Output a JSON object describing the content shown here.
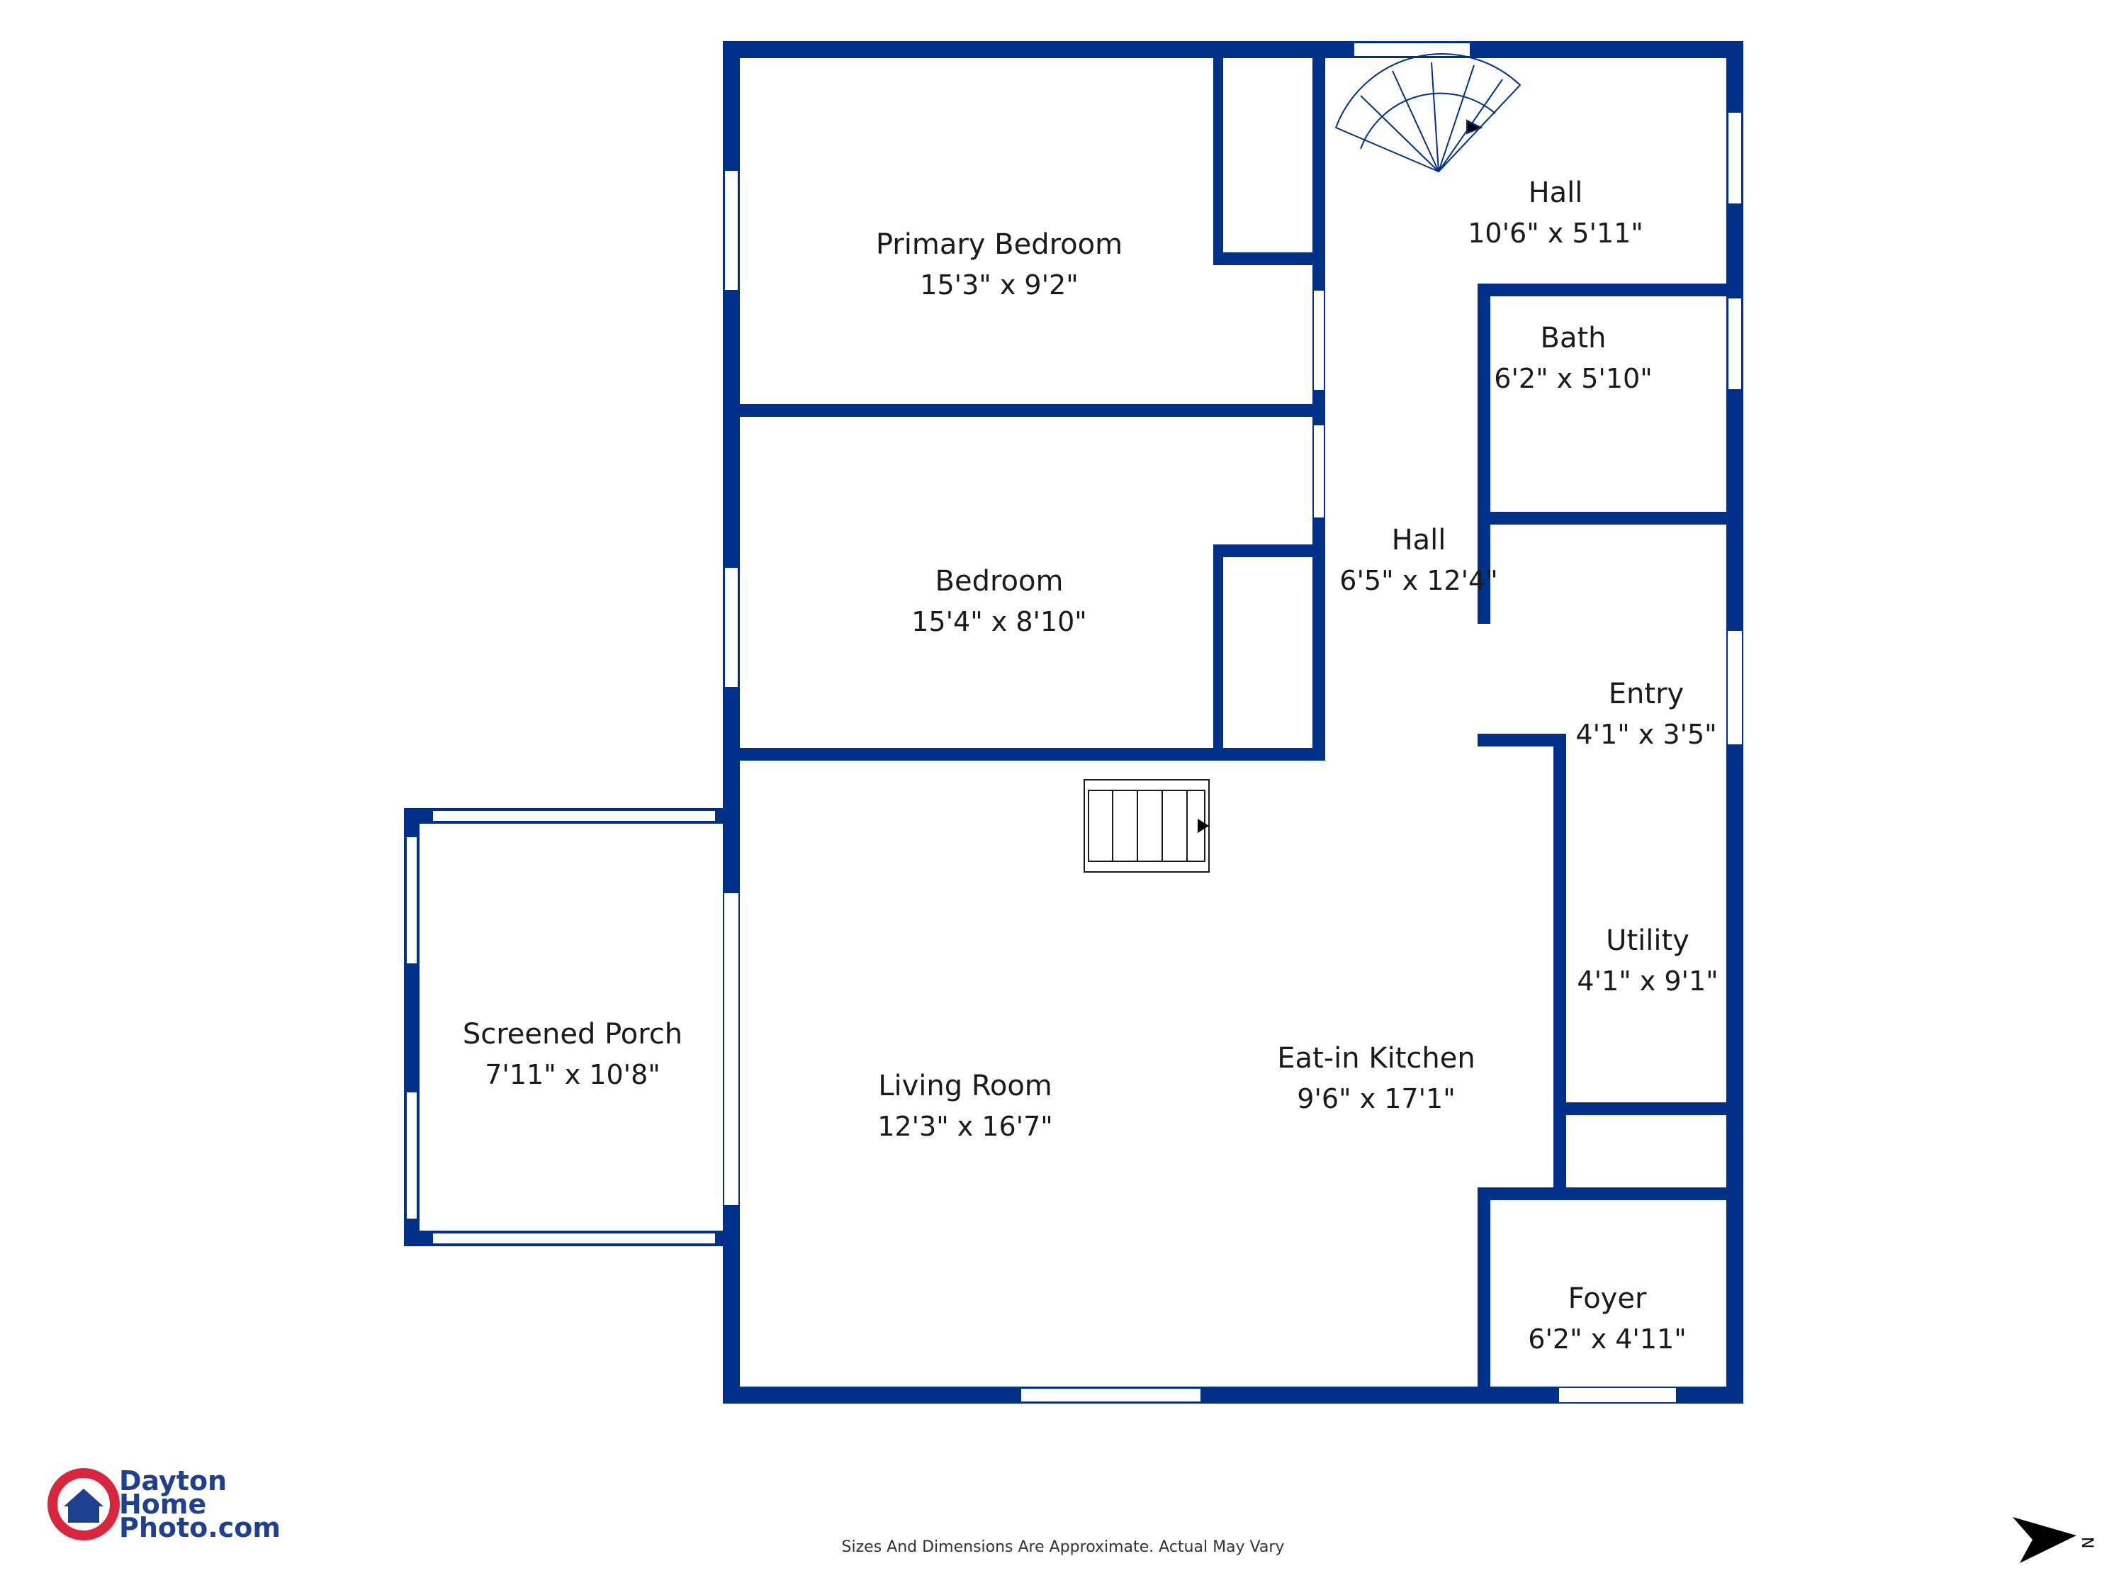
{
  "colors": {
    "wall": "#003087",
    "brand_red": "#d7263d",
    "brand_blue": "#1f3f8f",
    "text": "#1a1a1a"
  },
  "rooms": [
    {
      "name": "Primary Bedroom",
      "dims": "15'3\" x 9'2\""
    },
    {
      "name": "Bedroom",
      "dims": "15'4\" x 8'10\""
    },
    {
      "name": "Hall",
      "dims": "10'6\" x 5'11\""
    },
    {
      "name": "Bath",
      "dims": "6'2\" x 5'10\""
    },
    {
      "name": "Hall",
      "dims": "6'5\" x 12'4\""
    },
    {
      "name": "Entry",
      "dims": "4'1\" x 3'5\""
    },
    {
      "name": "Utility",
      "dims": "4'1\" x 9'1\""
    },
    {
      "name": "Eat-in Kitchen",
      "dims": "9'6\" x 17'1\""
    },
    {
      "name": "Living Room",
      "dims": "12'3\" x 16'7\""
    },
    {
      "name": "Screened Porch",
      "dims": "7'11\" x 10'8\""
    },
    {
      "name": "Foyer",
      "dims": "6'2\" x 4'11\""
    }
  ],
  "logo": {
    "line1": "Dayton",
    "line2": "Home",
    "line3": "Photo.com"
  },
  "disclaimer": "Sizes And Dimensions Are Approximate. Actual May Vary",
  "compass": {
    "label": "N",
    "icon": "north-arrow-icon"
  }
}
